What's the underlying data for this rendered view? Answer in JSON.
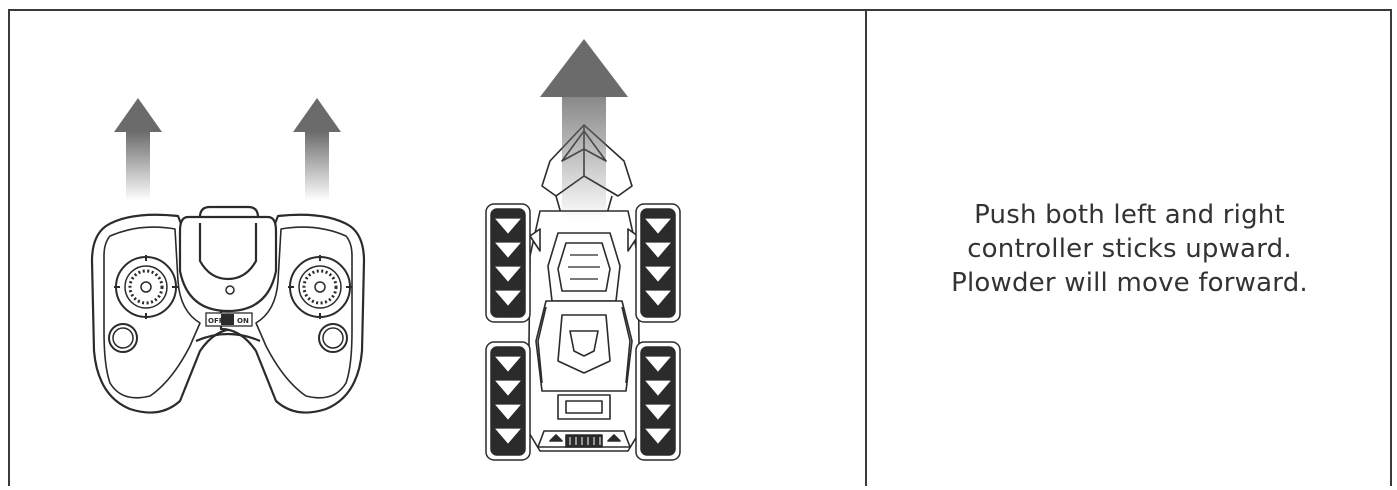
{
  "instruction": {
    "line1": "Push both left and right",
    "line2": "controller sticks upward.",
    "line3": "Plowder will move forward."
  },
  "controller": {
    "switch_off_label": "OFF",
    "switch_on_label": "ON"
  },
  "colors": {
    "arrow": "#6b6b6b",
    "outline": "#2b2b2b",
    "border": "#3a3a3a"
  },
  "icons": [
    "arrow-up-icon",
    "remote-controller-icon",
    "toy-car-icon"
  ]
}
